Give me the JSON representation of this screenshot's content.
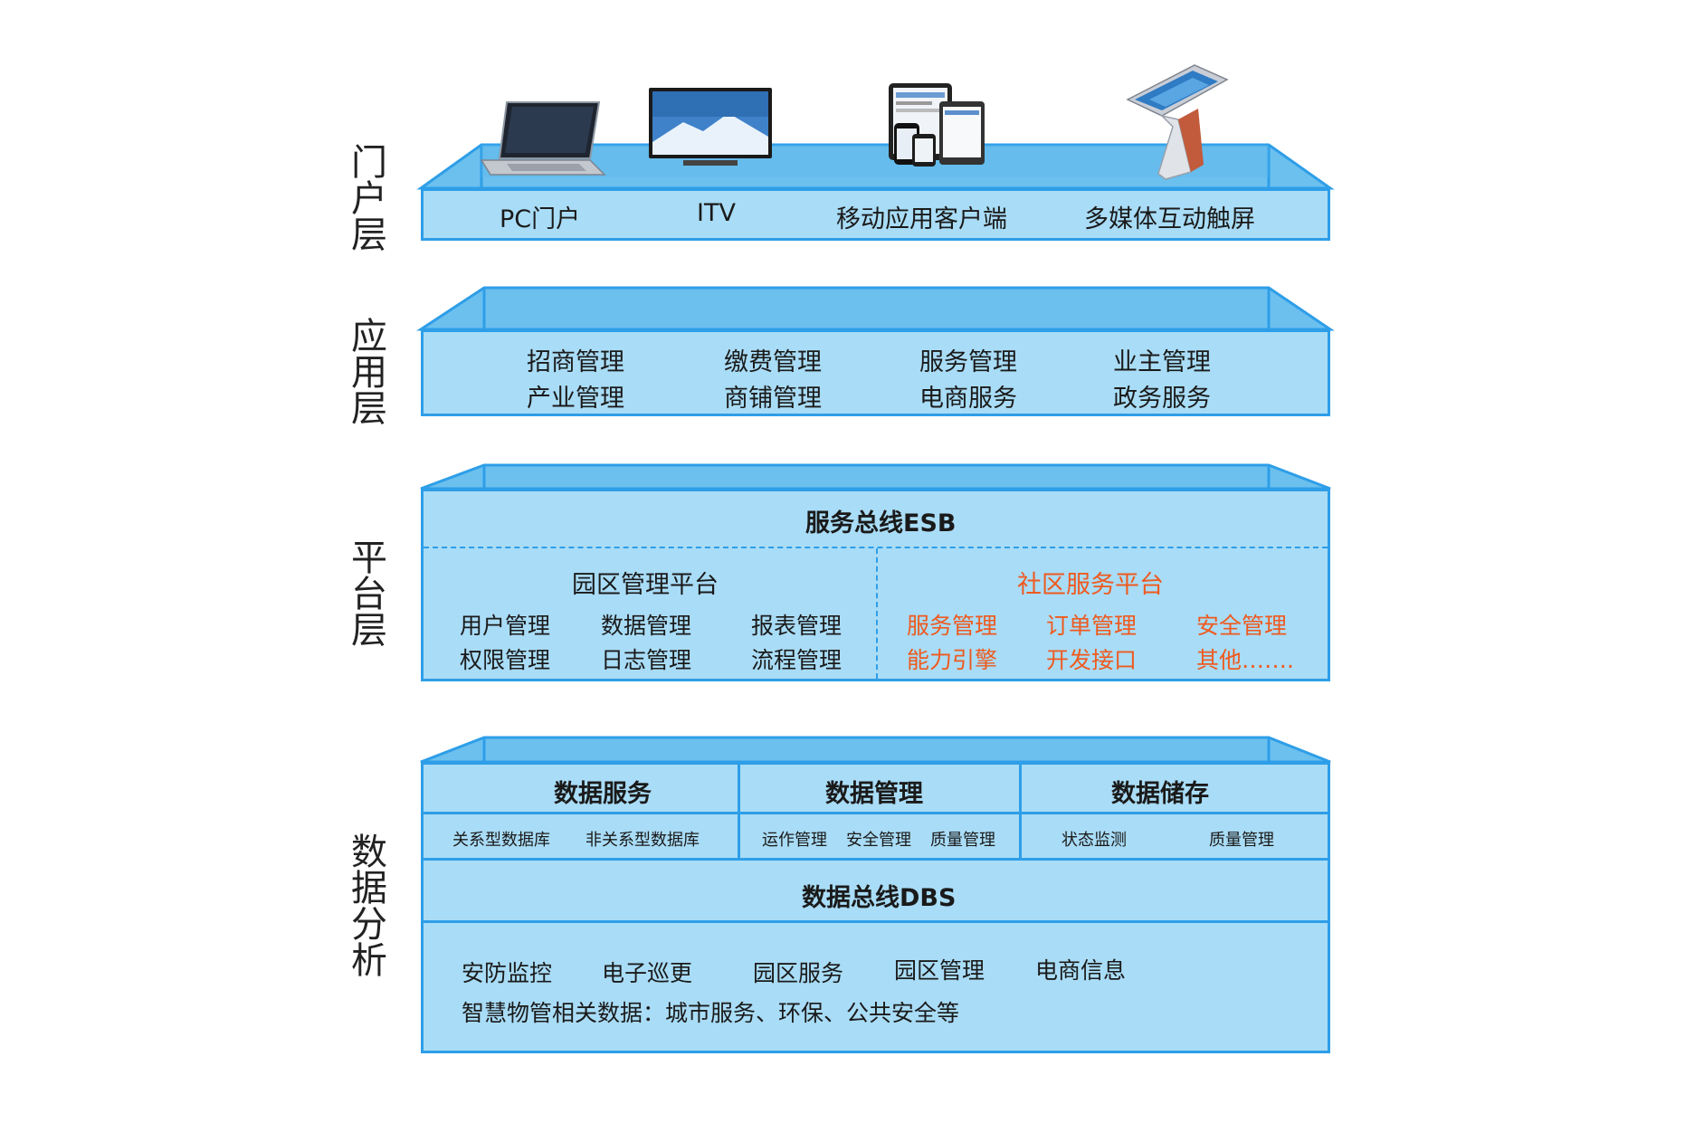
{
  "layers": {
    "portal": {
      "label": "门户层",
      "items": [
        "PC门户",
        "ITV",
        "移动应用客户端",
        "多媒体互动触屏"
      ]
    },
    "application": {
      "label": "应用层",
      "items": [
        "招商管理",
        "缴费管理",
        "服务管理",
        "业主管理",
        "产业管理",
        "商铺管理",
        "电商服务",
        "政务服务"
      ]
    },
    "platform": {
      "label": "平台层",
      "esb": "服务总线ESB",
      "park": {
        "title": "园区管理平台",
        "items": [
          "用户管理",
          "数据管理",
          "报表管理",
          "权限管理",
          "日志管理",
          "流程管理"
        ]
      },
      "community": {
        "title": "社区服务平台",
        "items": [
          "服务管理",
          "订单管理",
          "安全管理",
          "能力引擎",
          "开发接口",
          "其他……."
        ]
      }
    },
    "data": {
      "label": "数据分析",
      "service": {
        "title": "数据服务",
        "items": [
          "关系型数据库",
          "非关系型数据库"
        ]
      },
      "management": {
        "title": "数据管理",
        "items": [
          "运作管理",
          "安全管理",
          "质量管理"
        ]
      },
      "storage": {
        "title": "数据储存",
        "items": [
          "状态监测",
          "质量管理"
        ]
      },
      "dbs": "数据总线DBS",
      "sources": [
        "安防监控",
        "电子巡更",
        "园区服务",
        "园区管理",
        "电商信息"
      ],
      "sources_line2": "智慧物管相关数据：城市服务、环保、公共安全等"
    }
  },
  "colors": {
    "box_fill": "#a9dcf6",
    "tray_fill": "#6cc0ee",
    "border": "#2e9ee8",
    "accent_text": "#ee5a1f"
  },
  "icons": [
    "laptop-icon",
    "tv-icon",
    "mobile-devices-icon",
    "touch-kiosk-icon"
  ]
}
